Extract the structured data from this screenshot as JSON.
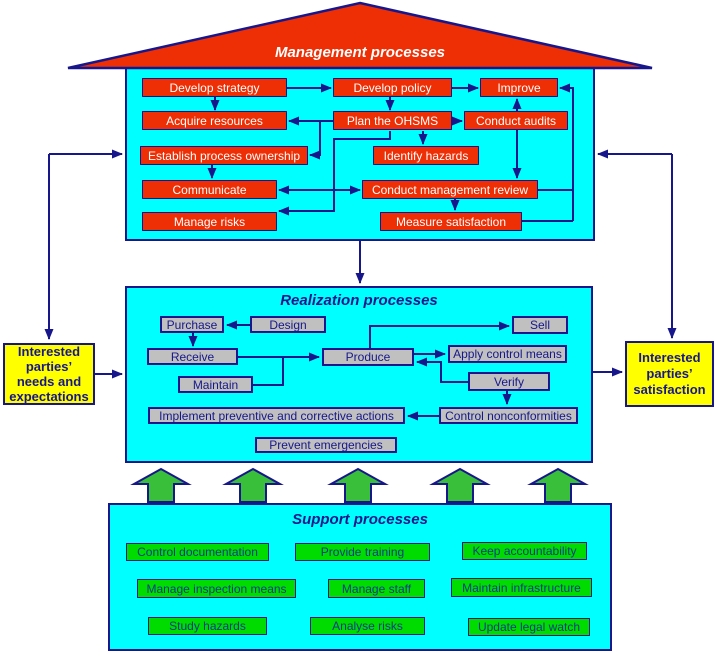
{
  "management": {
    "title": "Management processes",
    "boxes": [
      "Develop strategy",
      "Develop policy",
      "Improve",
      "Acquire resources",
      "Plan the OHSMS",
      "Conduct audits",
      "Establish process ownership",
      "Identify hazards",
      "Communicate",
      "Conduct management review",
      "Manage risks",
      "Measure satisfaction"
    ]
  },
  "realization": {
    "title": "Realization processes",
    "boxes": [
      "Purchase",
      "Design",
      "Sell",
      "Receive",
      "Produce",
      "Apply control means",
      "Maintain",
      "Verify",
      "Implement preventive and corrective actions",
      "Control nonconformities",
      "Prevent emergencies"
    ]
  },
  "support": {
    "title": "Support processes",
    "boxes": [
      "Control documentation",
      "Provide training",
      "Keep accountability",
      "Manage inspection means",
      "Manage staff",
      "Maintain infrastructure",
      "Study hazards",
      "Analyse risks",
      "Update legal watch"
    ]
  },
  "left_party": {
    "label": "Interested\nparties’\nneeds and\nexpectations"
  },
  "right_party": {
    "label": "Interested\nparties’\nsatisfaction"
  },
  "colors": {
    "cyan_panel": "#00FFFF",
    "red_box": "#EE2E04",
    "navy": "#17178B",
    "gray_box": "#C0C0C0",
    "green_box": "#00DC00",
    "green_arrow": "#3ABF3A",
    "yellow_box": "#FFFF00"
  }
}
